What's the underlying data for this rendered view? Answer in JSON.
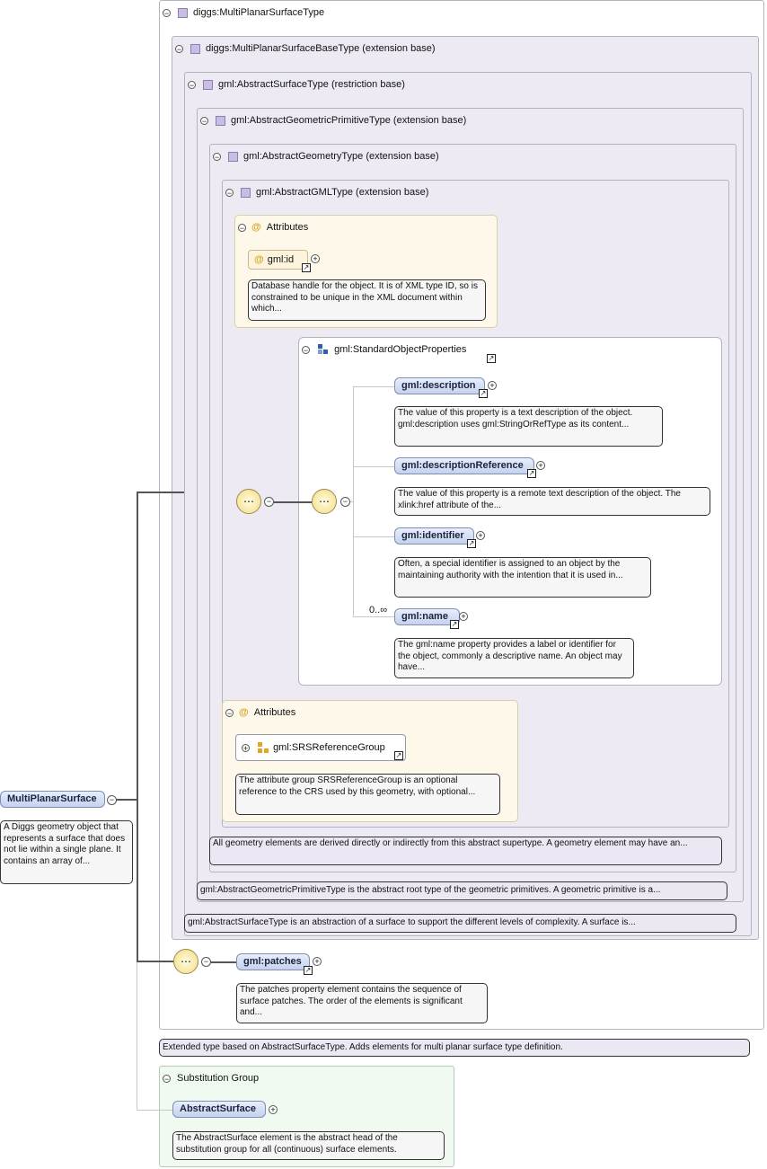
{
  "root": {
    "name": "MultiPlanarSurface",
    "doc": "A Diggs geometry object that represents a surface that does not lie within a single plane. It contains an array of..."
  },
  "types": {
    "t1": "diggs:MultiPlanarSurfaceType",
    "t2": "diggs:MultiPlanarSurfaceBaseType (extension base)",
    "t3": "gml:AbstractSurfaceType (restriction base)",
    "t4": "gml:AbstractGeometricPrimitiveType (extension base)",
    "t5": "gml:AbstractGeometryType (extension base)",
    "t6": "gml:AbstractGMLType (extension base)"
  },
  "attributes1": {
    "header": "Attributes",
    "item": "gml:id",
    "doc": "Database handle for the object. It is of XML type ID, so is constrained to be unique in the XML document within which..."
  },
  "std_group": {
    "name": "gml:StandardObjectProperties",
    "occurs": "0..∞",
    "items": [
      {
        "name": "gml:description",
        "doc": "The value of this property is a text description of the object. gml:description uses gml:StringOrRefType as its content..."
      },
      {
        "name": "gml:descriptionReference",
        "doc": "The value of this property is a remote text description of the object. The xlink:href attribute of the..."
      },
      {
        "name": "gml:identifier",
        "doc": "Often, a special identifier is assigned to an object by the maintaining authority with the intention that it is used in..."
      },
      {
        "name": "gml:name",
        "doc": "The gml:name property provides a label or identifier for the object, commonly a descriptive name. An object may have..."
      }
    ]
  },
  "attributes2": {
    "header": "Attributes",
    "item": "gml:SRSReferenceGroup",
    "doc": "The attribute group SRSReferenceGroup is an optional reference to the CRS used by this geometry, with optional..."
  },
  "type_docs": {
    "geometry": "All geometry elements are derived directly or indirectly from this abstract supertype. A geometry element may have an...",
    "primitive": "gml:AbstractGeometricPrimitiveType is the abstract root type of the geometric primitives. A geometric primitive is a...",
    "surface": "gml:AbstractSurfaceType is an abstraction of a surface to support the different levels of complexity. A surface is...",
    "extended": "Extended type based on AbstractSurfaceType. Adds elements for multi planar surface type definition."
  },
  "patches": {
    "name": "gml:patches",
    "doc": "The patches property element contains the sequence of surface patches. The order of the elements is significant and..."
  },
  "substitution": {
    "header": "Substitution Group",
    "name": "AbstractSurface",
    "doc": "The AbstractSurface element is the abstract head of the substitution group for all (continuous) surface elements."
  },
  "icons": {
    "toggle_collapse": "−",
    "toggle_expand": "+",
    "link_arrow": "↗",
    "sequence": "⋯"
  },
  "colors": {
    "type_box_bg": "#edeaf4",
    "attr_box_bg": "#fdf8ea",
    "subst_box_bg": "#f0faf0",
    "element_bg": "#c4d2ee"
  }
}
